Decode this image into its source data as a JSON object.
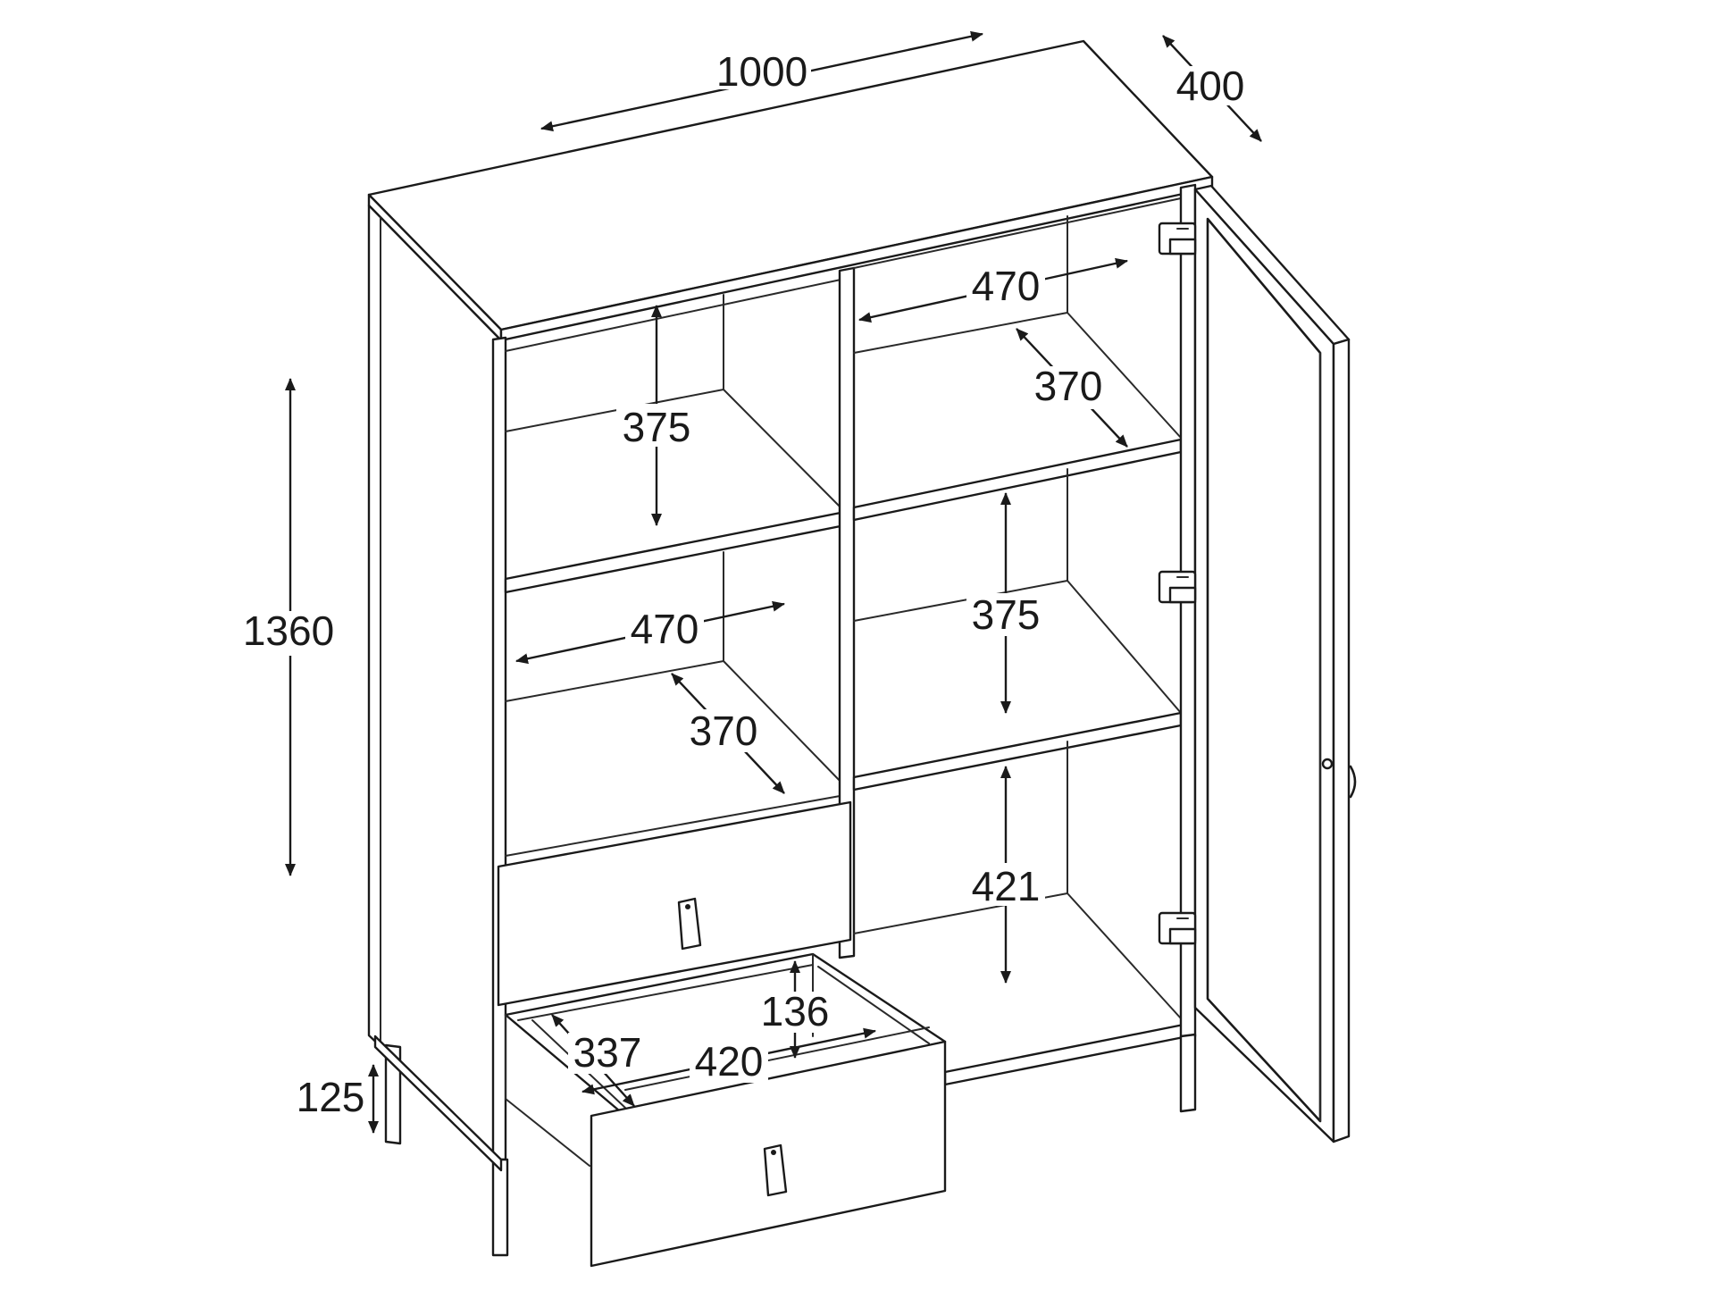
{
  "dimensions": {
    "width": "1000",
    "depth": "400",
    "height": "1360",
    "leg_height": "125",
    "upper_left_height": "375",
    "upper_right_width": "470",
    "upper_right_depth": "370",
    "middle_left_width": "470",
    "middle_left_depth": "370",
    "middle_right_height": "375",
    "lower_right_height": "421",
    "drawer_height": "136",
    "drawer_depth": "337",
    "drawer_width": "420"
  }
}
